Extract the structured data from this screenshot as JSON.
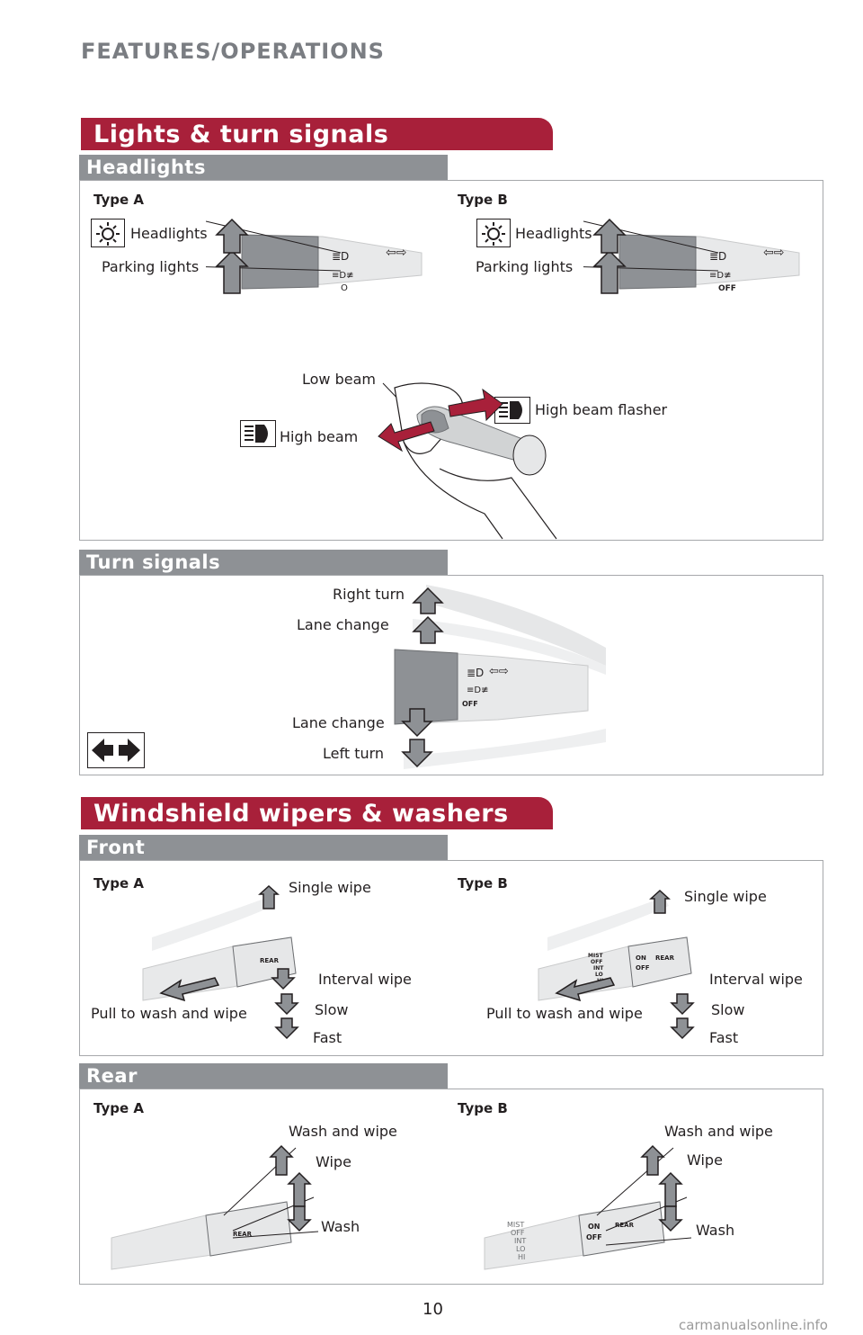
{
  "header": {
    "title": "FEATURES/OPERATIONS"
  },
  "lights": {
    "banner": "Lights & turn signals",
    "headlights": {
      "subtitle": "Headlights",
      "type_a": {
        "label": "Type A",
        "headlights": "Headlights",
        "parking": "Parking lights"
      },
      "type_b": {
        "label": "Type B",
        "headlights": "Headlights",
        "parking": "Parking lights",
        "off": "OFF"
      },
      "low_beam": "Low beam",
      "high_beam": "High beam",
      "flasher": "High beam flasher"
    },
    "turn": {
      "subtitle": "Turn signals",
      "right_turn": "Right turn",
      "lane_change_up": "Lane change",
      "lane_change_down": "Lane change",
      "left_turn": "Left turn",
      "off": "OFF"
    }
  },
  "wipers": {
    "banner": "Windshield wipers & washers",
    "front": {
      "subtitle": "Front",
      "type_a": {
        "label": "Type A",
        "single": "Single wipe",
        "interval": "Interval wipe",
        "pull": "Pull to wash and wipe",
        "slow": "Slow",
        "fast": "Fast",
        "rear": "REAR"
      },
      "type_b": {
        "label": "Type B",
        "single": "Single wipe",
        "interval": "Interval wipe",
        "pull": "Pull to wash and wipe",
        "slow": "Slow",
        "fast": "Fast",
        "rear": "REAR",
        "positions": [
          "MIST",
          "OFF",
          "INT",
          "LO",
          "HI"
        ],
        "on": "ON",
        "off": "OFF"
      }
    },
    "rear": {
      "subtitle": "Rear",
      "type_a": {
        "label": "Type A",
        "wash_wipe": "Wash and wipe",
        "wipe": "Wipe",
        "wash": "Wash",
        "rear": "REAR"
      },
      "type_b": {
        "label": "Type B",
        "wash_wipe": "Wash and wipe",
        "wipe": "Wipe",
        "wash": "Wash",
        "rear": "REAR",
        "positions": [
          "MIST",
          "OFF",
          "INT",
          "LO",
          "HI"
        ],
        "on": "ON",
        "off": "OFF"
      }
    }
  },
  "footer": {
    "page_number": "10",
    "watermark": "carmanualsonline.info"
  },
  "colors": {
    "banner": "#a8203a",
    "subbar": "#8e9195",
    "panel_border": "#a6a8ab"
  }
}
